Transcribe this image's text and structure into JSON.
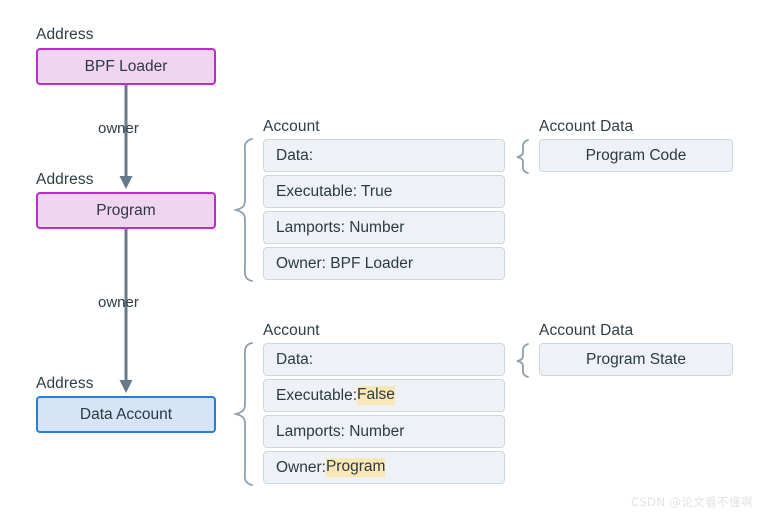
{
  "diagram": {
    "title": "Solana account ownership diagram",
    "colors": {
      "purple_border": "#b82fc4",
      "purple_fill": "#f0d4f2",
      "blue_border": "#2a7cd4",
      "blue_fill": "#d5e4f6",
      "row_fill": "#eef2f6",
      "row_border": "#ccd7e0",
      "arrow": "#667b8a",
      "brace": "#8ea0ae",
      "highlight": "#fbe7b6",
      "text": "#2b3a42"
    },
    "nodes": [
      {
        "caption": "Address",
        "label": "BPF Loader",
        "style": "purple"
      },
      {
        "caption": "Address",
        "label": "Program",
        "style": "purple"
      },
      {
        "caption": "Address",
        "label": "Data Account",
        "style": "blue"
      }
    ],
    "edges": [
      {
        "label": "owner",
        "from": "BPF Loader",
        "to": "Program"
      },
      {
        "label": "owner",
        "from": "Program",
        "to": "Data Account"
      }
    ],
    "groups": [
      {
        "account_caption": "Account",
        "rows": [
          {
            "text": "Data:",
            "highlight": ""
          },
          {
            "text": "Executable: True",
            "highlight": ""
          },
          {
            "text": "Lamports: Number",
            "highlight": ""
          },
          {
            "text": "Owner: BPF Loader",
            "highlight": ""
          }
        ],
        "data_caption": "Account Data",
        "data_label": "Program Code"
      },
      {
        "account_caption": "Account",
        "rows": [
          {
            "text": "Data:",
            "highlight": ""
          },
          {
            "text": "Executable:",
            "highlight": "False"
          },
          {
            "text": "Lamports: Number",
            "highlight": ""
          },
          {
            "text": "Owner:",
            "highlight": "Program"
          }
        ],
        "data_caption": "Account Data",
        "data_label": "Program State"
      }
    ],
    "watermark": "CSDN @论文看不懂啊"
  }
}
